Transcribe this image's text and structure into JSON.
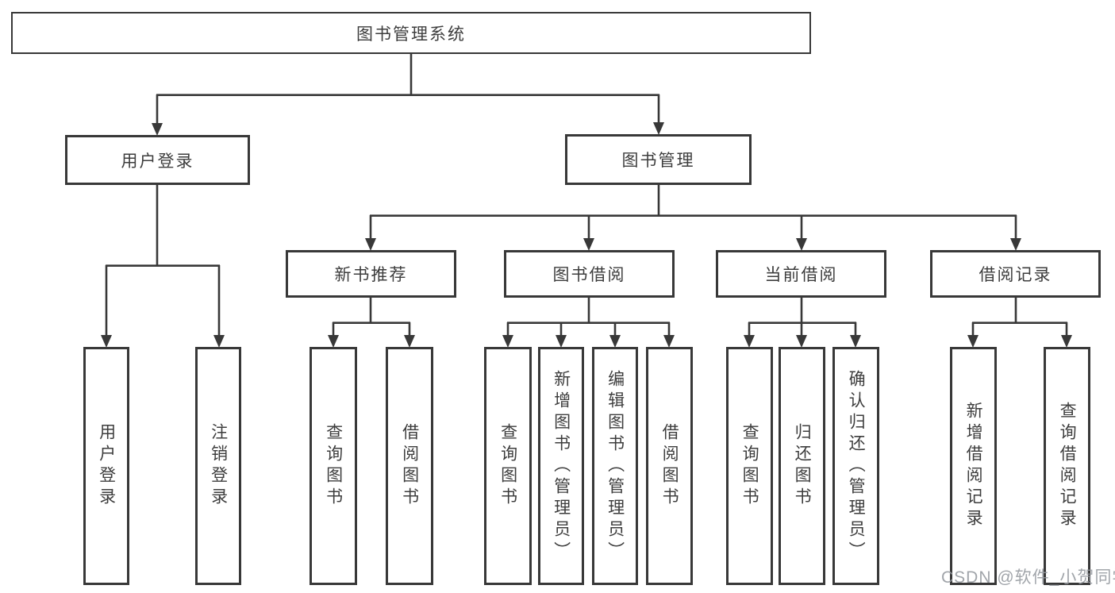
{
  "diagram": {
    "root": "图书管理系统",
    "level2": [
      {
        "label": "用户登录"
      },
      {
        "label": "图书管理"
      }
    ],
    "level3": [
      {
        "label": "新书推荐"
      },
      {
        "label": "图书借阅"
      },
      {
        "label": "当前借阅"
      },
      {
        "label": "借阅记录"
      }
    ],
    "leaves": {
      "userLogin": [
        "用户登录",
        "注销登录"
      ],
      "newBook": [
        "查询图书",
        "借阅图书"
      ],
      "bookBorrow": [
        "查询图书",
        "新增图书（管理员）",
        "编辑图书（管理员）",
        "借阅图书"
      ],
      "currentBorrow": [
        "查询图书",
        "归还图书",
        "确认归还（管理员）"
      ],
      "records": [
        "新增借阅记录",
        "查询借阅记录"
      ]
    },
    "watermark": "CSDN @软件_小贺同学",
    "colors": {
      "line": "#383838",
      "text": "#3d3d3d",
      "background": "#ffffff",
      "watermark": "#94989e"
    }
  }
}
